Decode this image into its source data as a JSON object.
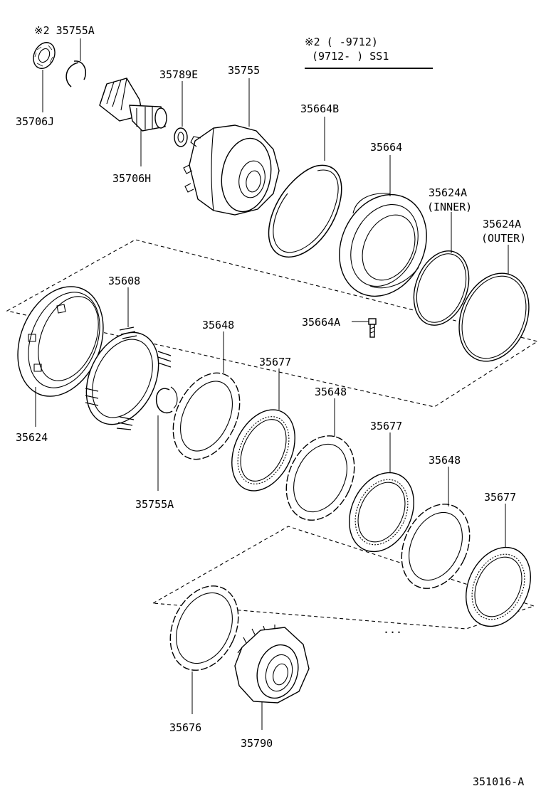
{
  "diagram": {
    "reference_code": "351016-A",
    "footnote": {
      "line1": "※2 (      -9712)",
      "line2": "(9712-      ) SS1"
    },
    "labels": {
      "p35755A_top": "※2 35755A",
      "p35706J": "35706J",
      "p35789E": "35789E",
      "p35755": "35755",
      "p35706H": "35706H",
      "p35664B": "35664B",
      "p35664": "35664",
      "p35624A_inner": "35624A",
      "inner_note": "(INNER)",
      "p35624A_outer": "35624A",
      "outer_note": "(OUTER)",
      "p35664A": "35664A",
      "p35608": "35608",
      "p35624": "35624",
      "p35755A_mid": "35755A",
      "p35648_a": "35648",
      "p35677_a": "35677",
      "p35648_b": "35648",
      "p35677_b": "35677",
      "p35648_c": "35648",
      "p35677_c": "35677",
      "p35676": "35676",
      "p35790": "35790",
      "dots": "..."
    }
  }
}
